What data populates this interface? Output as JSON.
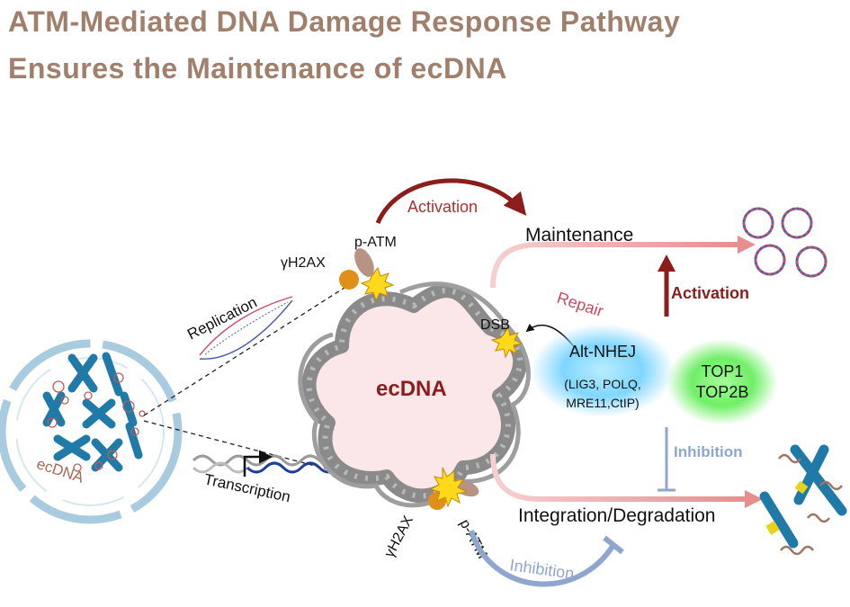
{
  "title": {
    "line1": "ATM-Mediated DNA Damage Response Pathway",
    "line2": "Ensures the Maintenance of ecDNA"
  },
  "labels": {
    "activation_top": "Activation",
    "activation_right": "Activation",
    "inhibition_bottom": "Inhibition",
    "inhibition_right": "Inhibition",
    "maintenance": "Maintenance",
    "integration": "Integration/Degradation",
    "ecdna_center": "ecDNA",
    "ecdna_cell": "ecDNA",
    "replication": "Replication",
    "transcription": "Transcription",
    "patm_top": "p-ATM",
    "patm_bottom": "p-ATM",
    "gh2ax_top": "γH2AX",
    "gh2ax_bottom": "γH2AX",
    "dsb": "DSB",
    "repair": "Repair",
    "altnhej_title": "Alt-NHEJ",
    "altnhej_line1": "(LIG3, POLQ,",
    "altnhej_line2": "MRE11,CtIP)",
    "top1": "TOP1",
    "top2b": "TOP2B"
  },
  "colors": {
    "title": "#a0806c",
    "activation": "#8b1d1d",
    "inhibition": "#8fa6cf",
    "ecdna_text": "#8b1d1d",
    "pathway_arrow": "#e8a3a3"
  }
}
